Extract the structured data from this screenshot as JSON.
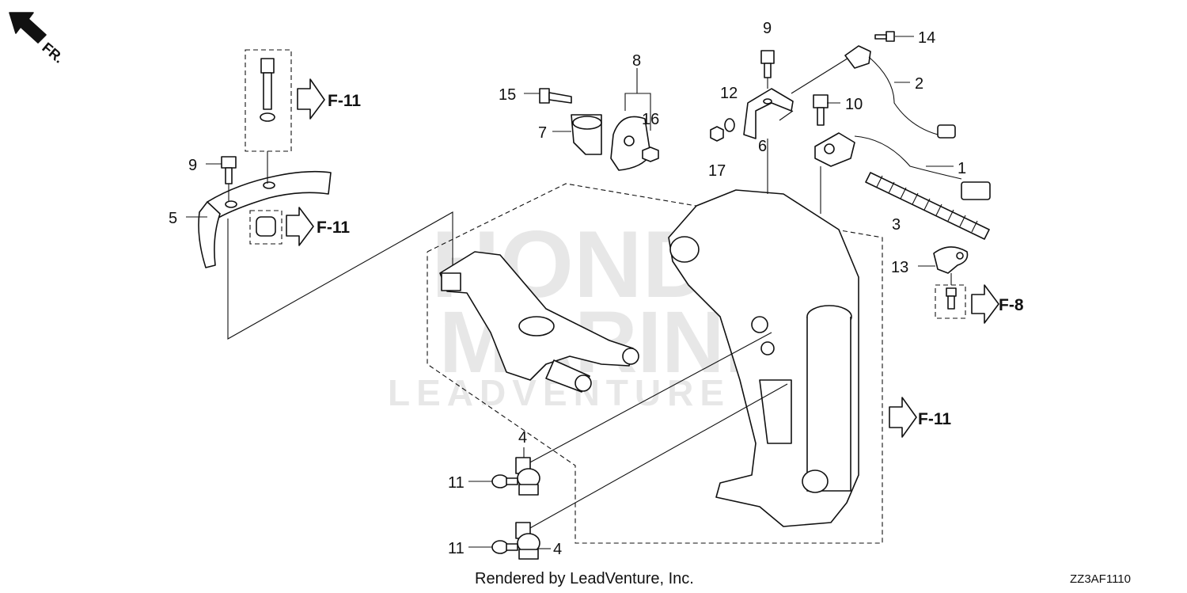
{
  "direction_marker": "FR.",
  "callouts": {
    "c1": "1",
    "c2": "2",
    "c3": "3",
    "c4a": "4",
    "c4b": "4",
    "c5": "5",
    "c6": "6",
    "c7": "7",
    "c8": "8",
    "c9a": "9",
    "c9b": "9",
    "c10": "10",
    "c11a": "11",
    "c11b": "11",
    "c12": "12",
    "c13": "13",
    "c14": "14",
    "c15": "15",
    "c16": "16",
    "c17": "17"
  },
  "references": {
    "r1": "F-11",
    "r2": "F-11",
    "r3": "F-11",
    "r4": "F-8"
  },
  "watermark": {
    "brand": "HONDA",
    "sub": "MARINE",
    "company": "LEADVENTURE"
  },
  "footer": {
    "credit": "Rendered by LeadVenture, Inc.",
    "diagram_code": "ZZ3AF1110"
  }
}
